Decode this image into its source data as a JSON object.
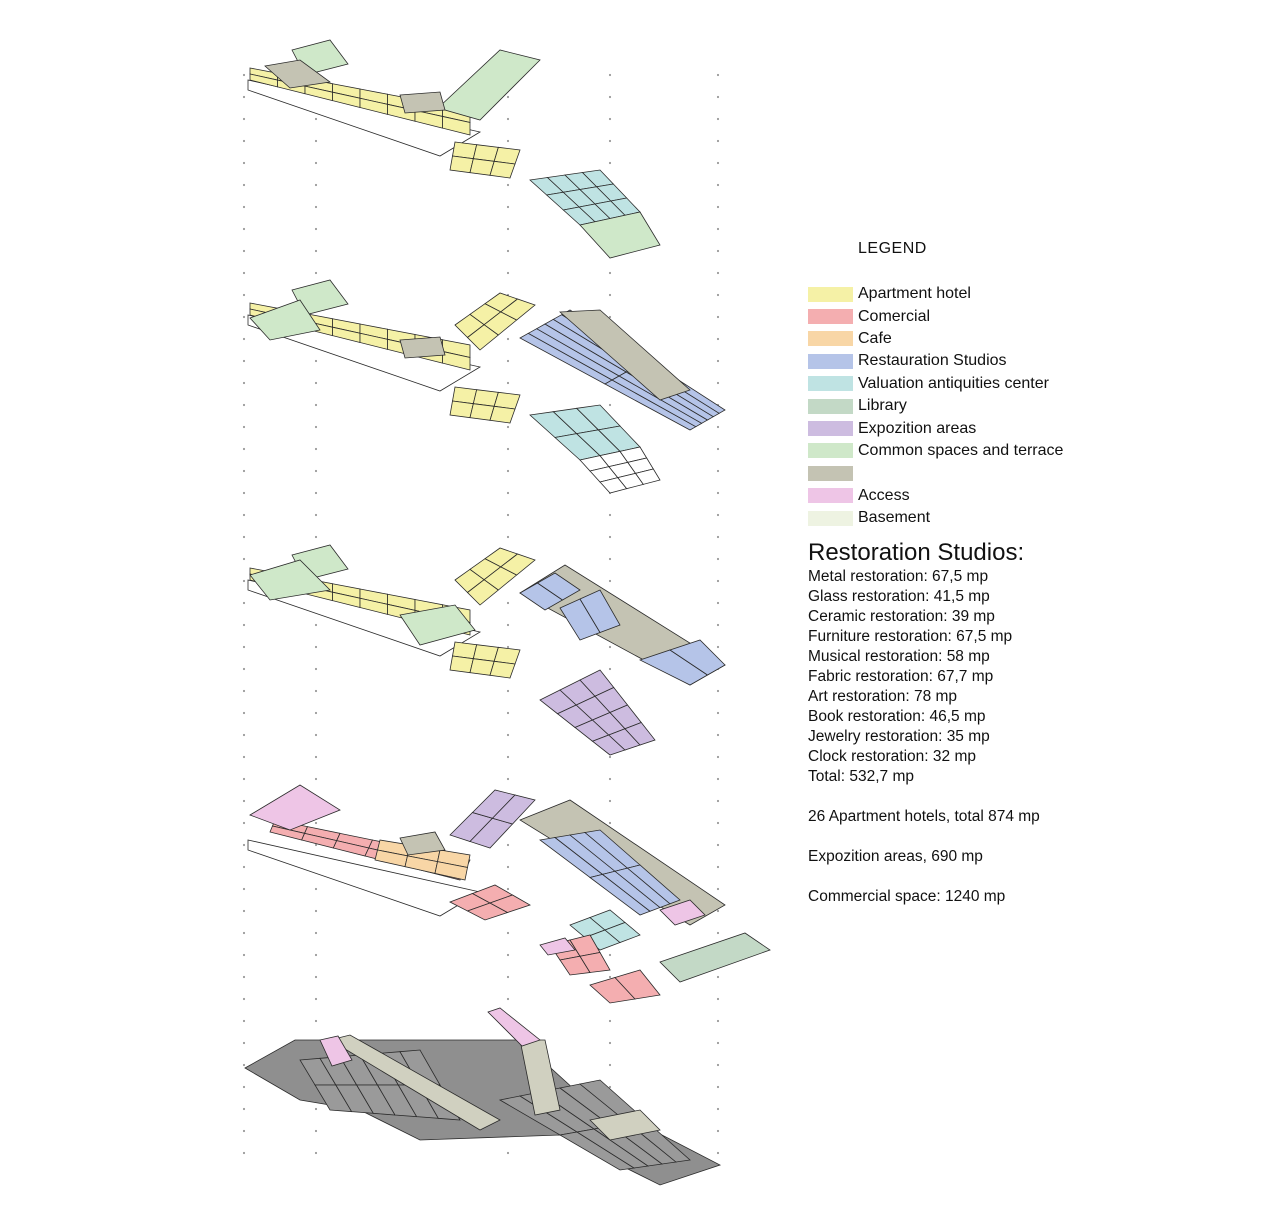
{
  "legend": {
    "title": "LEGEND",
    "items": [
      {
        "label": "Apartment hotel",
        "color": "#f5f1a6"
      },
      {
        "label": "Comercial",
        "color": "#f4aeb0"
      },
      {
        "label": "Cafe",
        "color": "#f8d6a6"
      },
      {
        "label": "Restauration Studios",
        "color": "#b5c4e8"
      },
      {
        "label": "Valuation antiquities center",
        "color": "#bfe3e3"
      },
      {
        "label": "Library",
        "color": "#c3d9c6"
      },
      {
        "label": "Expozition areas",
        "color": "#cdbce0"
      },
      {
        "label": "Common spaces and terrace",
        "color": "#cfe8c9"
      },
      {
        "label": "",
        "color": "#c4c3b3"
      },
      {
        "label": "Access",
        "color": "#eec5e6"
      },
      {
        "label": "Basement",
        "color": "#eef3e2"
      }
    ]
  },
  "stats": {
    "title": "Restoration Studios:",
    "studios": [
      "Metal restoration: 67,5 mp",
      "Glass restoration: 41,5 mp",
      "Ceramic restoration: 39 mp",
      "Furniture restoration: 67,5 mp",
      "Musical restoration: 58 mp",
      "Fabric restoration: 67,7 mp",
      "Art restoration: 78 mp",
      "Book restoration: 46,5 mp",
      "Jewelry restoration: 35 mp",
      "Clock restoration: 32 mp",
      "Total: 532,7 mp"
    ],
    "summary": [
      "26 Apartment hotels, total 874 mp",
      "Expozition areas, 690 mp",
      "Commercial space: 1240 mp"
    ]
  },
  "colors": {
    "line": "#2b2b2b",
    "grid_dot": "#9a9a9a",
    "basement_fill": "#8f8f8f",
    "basement_path": "#d0d0c0"
  }
}
